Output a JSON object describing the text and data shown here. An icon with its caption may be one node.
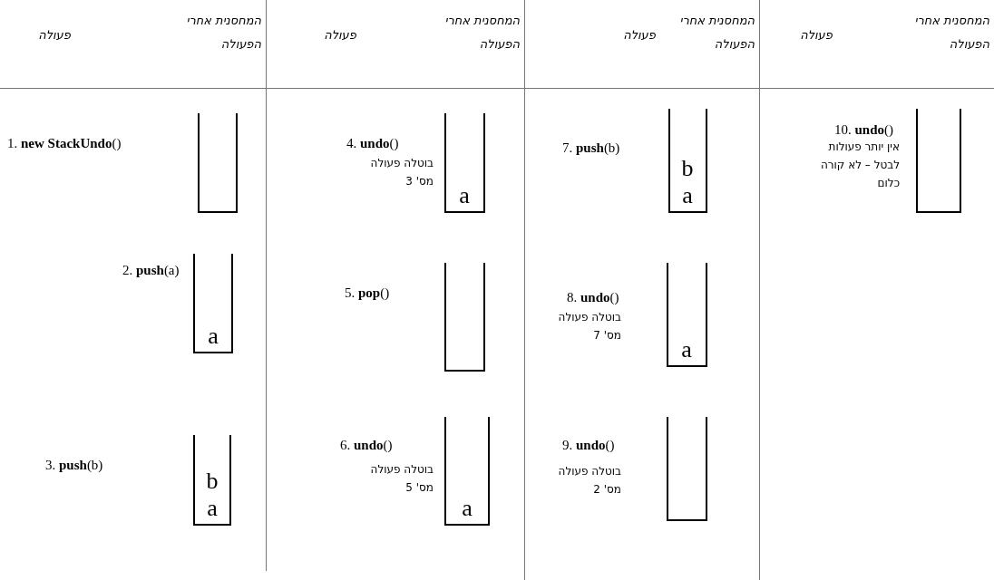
{
  "diagram": {
    "nodes": [
      {
        "text": [],
        "shape": "box"
      },
      {
        "text": [
          "a"
        ]
      },
      {
        "text": [
          "b",
          "a"
        ]
      },
      {
        "text": [
          "a"
        ]
      },
      {
        "text": [],
        "shape": "box"
      },
      {
        "text": [
          "a"
        ]
      },
      {
        "text": [
          "b",
          "a"
        ]
      },
      {
        "text": [
          "a"
        ]
      },
      {
        "text": [],
        "shape": "box"
      },
      {
        "text": [],
        "shape": "box"
      }
    ],
    "labels": [
      "פעולה",
      "המחסנית אחרי הפעולה",
      "1. **new StackUndo**()",
      "2. **push**(a)",
      "3. **push**(b)",
      "פעולה",
      "המחסנית אחרי הפעולה",
      "4. **undo**()",
      "בוטלה פעולה מס' 3",
      "5. **pop**()",
      "6. **undo**()",
      "בוטלה פעולה מס' 5",
      "פעולה",
      "המחסנית אחרי הפעולה",
      "7. **push**(b)",
      "8. **undo**()",
      "בוטלה פעולה מס' 7",
      "9. **undo**()",
      "בוטלה פעולה מס' 2",
      "פעולה",
      "המחסנית אחרי הפעולה",
      "10. **undo**()",
      "אין יותר פעולות לבטל – לא קורה כלום"
    ]
  }
}
